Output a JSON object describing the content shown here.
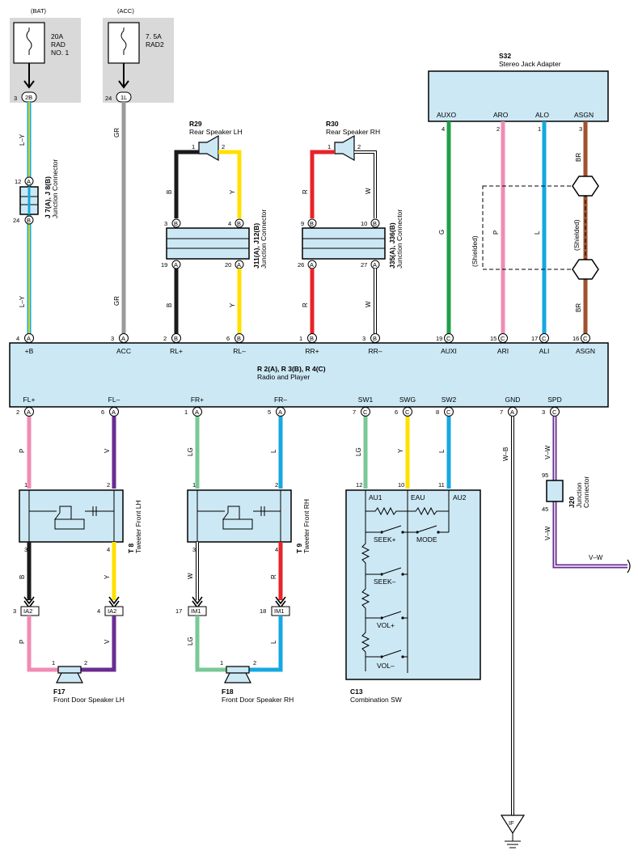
{
  "fuses": [
    {
      "source": "(BAT)",
      "rating": "20A",
      "name1": "RAD",
      "name2": "NO. 1",
      "pin": "3",
      "conn": "2B"
    },
    {
      "source": "(ACC)",
      "rating": "7. 5A",
      "name1": "RAD2",
      "name2": "",
      "pin": "24",
      "conn": "1L"
    }
  ],
  "components": {
    "s32": {
      "code": "S32",
      "name": "Stereo Jack Adapter",
      "pins": [
        {
          "label": "AUXO",
          "num": "4"
        },
        {
          "label": "ARO",
          "num": "2"
        },
        {
          "label": "ALO",
          "num": "1"
        },
        {
          "label": "ASGN",
          "num": "3"
        }
      ]
    },
    "r29": {
      "code": "R29",
      "name": "Rear Speaker LH",
      "p1": "1",
      "p2": "2"
    },
    "r30": {
      "code": "R30",
      "name": "Rear Speaker RH",
      "p1": "1",
      "p2": "2"
    },
    "j7": {
      "code": "J 7(A), J 8(B)",
      "name": "Junction Connector",
      "pin_top": "12",
      "pin_bot": "24",
      "let_top": "A",
      "let_bot": "B"
    },
    "j11": {
      "code": "J11(A), J12(B)",
      "name": "Junction Connector",
      "pins": [
        "3",
        "4",
        "19",
        "20"
      ],
      "lets": [
        "B",
        "B",
        "A",
        "A"
      ]
    },
    "j35": {
      "code": "J35(A), J36(B)",
      "name": "Junction Connector",
      "pins": [
        "9",
        "10",
        "26",
        "27"
      ],
      "lets": [
        "B",
        "B",
        "A",
        "A"
      ]
    },
    "radio": {
      "code": "R 2(A), R 3(B), R 4(C)",
      "name": "Radio and Player",
      "top_pins": [
        {
          "label": "+B",
          "num": "4",
          "let": "A"
        },
        {
          "label": "ACC",
          "num": "3",
          "let": "A"
        },
        {
          "label": "RL+",
          "num": "2",
          "let": "B"
        },
        {
          "label": "RL–",
          "num": "6",
          "let": "B"
        },
        {
          "label": "RR+",
          "num": "1",
          "let": "B"
        },
        {
          "label": "RR–",
          "num": "3",
          "let": "B"
        },
        {
          "label": "AUXI",
          "num": "19",
          "let": "C"
        },
        {
          "label": "ARI",
          "num": "15",
          "let": "C"
        },
        {
          "label": "ALI",
          "num": "17",
          "let": "C"
        },
        {
          "label": "ASGN",
          "num": "16",
          "let": "C"
        }
      ],
      "bottom_pins": [
        {
          "label": "FL+",
          "num": "2",
          "let": "A"
        },
        {
          "label": "FL–",
          "num": "6",
          "let": "A"
        },
        {
          "label": "FR+",
          "num": "1",
          "let": "A"
        },
        {
          "label": "FR–",
          "num": "5",
          "let": "A"
        },
        {
          "label": "SW1",
          "num": "7",
          "let": "C"
        },
        {
          "label": "SWG",
          "num": "6",
          "let": "C"
        },
        {
          "label": "SW2",
          "num": "8",
          "let": "C"
        },
        {
          "label": "GND",
          "num": "7",
          "let": "A"
        },
        {
          "label": "SPD",
          "num": "3",
          "let": "C"
        }
      ]
    },
    "t8": {
      "code": "T 8",
      "name": "Tweeter Front LH",
      "p1": "1",
      "p2": "2",
      "p3": "3",
      "p4": "4"
    },
    "t9": {
      "code": "T 9",
      "name": "Tweeter Front RH",
      "p1": "1",
      "p2": "2",
      "p3": "3",
      "p4": "4"
    },
    "c13": {
      "code": "C13",
      "name": "Combination SW",
      "pins": [
        "12",
        "10",
        "11"
      ],
      "labels": [
        "AU1",
        "EAU",
        "AU2"
      ],
      "switches": [
        "SEEK+",
        "MODE",
        "SEEK–",
        "VOL+",
        "VOL–"
      ]
    },
    "j20": {
      "code": "J20",
      "name1": "Junction",
      "name2": "Connector",
      "pin_top": "95",
      "pin_bot": "45"
    },
    "f17": {
      "code": "F17",
      "name": "Front Door Speaker LH",
      "p1": "1",
      "p2": "2"
    },
    "f18": {
      "code": "F18",
      "name": "Front Door Speaker RH",
      "p1": "1",
      "p2": "2"
    }
  },
  "inline_connectors": [
    {
      "pin": "3",
      "name": "IA2"
    },
    {
      "pin": "4",
      "name": "IA2"
    },
    {
      "pin": "17",
      "name": "IM1"
    },
    {
      "pin": "18",
      "name": "IM1"
    }
  ],
  "wire_colors": {
    "ly": "L–Y",
    "gr": "GR",
    "b": "B",
    "y": "Y",
    "r": "R",
    "w": "W",
    "g": "G",
    "p": "P",
    "l": "L",
    "br": "BR",
    "lg": "LG",
    "wb": "W–B",
    "vw": "V–W",
    "v": "V",
    "shielded": "(Shielded)"
  },
  "ground": "IF",
  "colors": {
    "component_fill": "#cce8f4",
    "fuse_panel": "#d9d9d9",
    "wire_black": "#1a1a1a",
    "wire_yellow": "#ffe000",
    "wire_red": "#e8232a",
    "wire_green": "#1fa04a",
    "wire_pink": "#f08cb4",
    "wire_blue": "#16a8e0",
    "wire_brown": "#a0522d",
    "wire_gray": "#9a9a9a",
    "wire_lightgreen": "#7ac897",
    "wire_violet": "#6a2c91"
  }
}
